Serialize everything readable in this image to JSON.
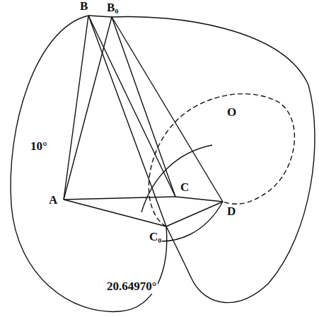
{
  "diagram": {
    "labels": [
      "B",
      "B₀",
      "10°",
      "A",
      "O",
      "C",
      "D",
      "C₀",
      "20.64970°"
    ]
  }
}
